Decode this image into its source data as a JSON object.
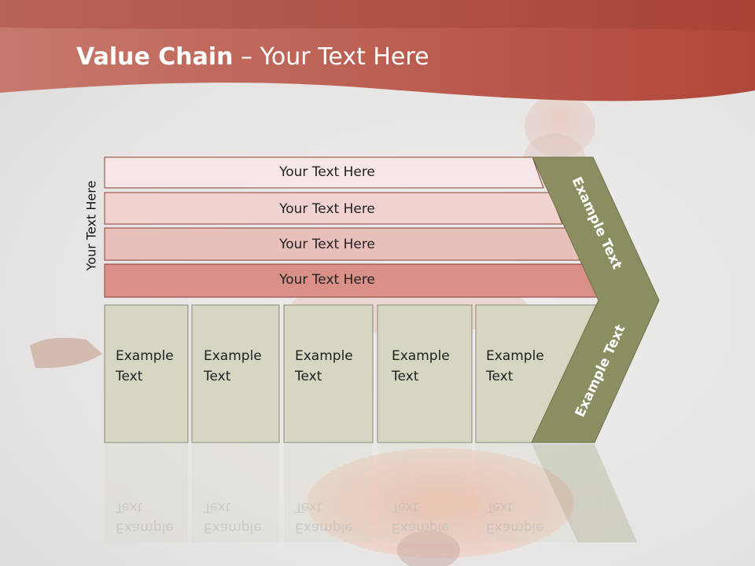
{
  "slide": {
    "title_bold": "Value Chain",
    "title_rest": " – Your Text Here",
    "vertical_label": "Your Text Here",
    "bars": [
      {
        "label": "Your Text Here"
      },
      {
        "label": "Your Text Here"
      },
      {
        "label": "Your Text Here"
      },
      {
        "label": "Your Text Here"
      }
    ],
    "cells": [
      {
        "line1": "Example",
        "line2": "Text"
      },
      {
        "line1": "Example",
        "line2": "Text"
      },
      {
        "line1": "Example",
        "line2": "Text"
      },
      {
        "line1": "Example",
        "line2": "Text"
      },
      {
        "line1": "Example",
        "line2": "Text"
      }
    ],
    "chevron_upper": "Example Text",
    "chevron_lower": "Example Text",
    "colors": {
      "header": "#b5574a",
      "bar1": "#f7e6e6",
      "bar2": "#f0d3d1",
      "bar3": "#e8bfbb",
      "bar4": "#d99088",
      "cell": "#d6d6c2",
      "chevron": "#8b8e60"
    }
  }
}
